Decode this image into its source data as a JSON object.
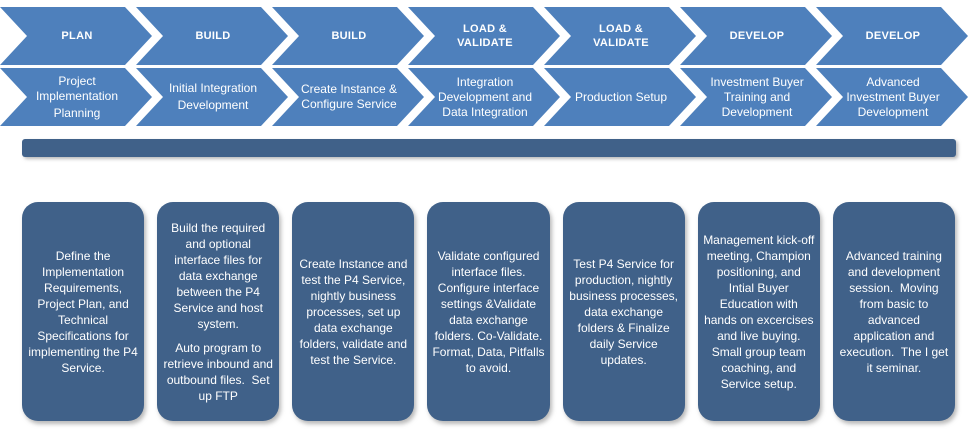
{
  "palette": {
    "chevron_blue": "#4e80bc",
    "dark_blue": "#406189",
    "text_color": "#ffffff",
    "background": "#ffffff"
  },
  "phases": [
    {
      "label": "PLAN",
      "sub": [
        "Project Implementation",
        "Planning"
      ],
      "detail": [
        "Define the Implementation Requirements, Project Plan, and Technical Specifications for implementing the P4 Service."
      ]
    },
    {
      "label": "BUILD",
      "sub": [
        "Initial Integration",
        "Development"
      ],
      "detail": [
        "Build the required and optional interface files for data exchange between the P4 Service and host system.",
        "Auto program to retrieve inbound and outbound files.  Set up FTP"
      ]
    },
    {
      "label": "BUILD",
      "sub": [
        "Create Instance & Configure Service"
      ],
      "detail": [
        "Create Instance and test the P4 Service, nightly business processes, set up data exchange folders, validate and test the Service."
      ]
    },
    {
      "label": "LOAD & VALIDATE",
      "sub": [
        "Integration Development and Data Integration"
      ],
      "detail": [
        "Validate configured interface files. Configure interface settings &Validate data exchange folders. Co-Validate. Format, Data, Pitfalls to avoid."
      ]
    },
    {
      "label": "LOAD & VALIDATE",
      "sub": [
        "Production Setup"
      ],
      "detail": [
        "Test P4 Service for production, nightly business processes, data exchange folders & Finalize daily Service updates."
      ]
    },
    {
      "label": "DEVELOP",
      "sub": [
        "Investment Buyer Training and Development"
      ],
      "detail": [
        "Management kick-off meeting, Champion positioning, and Intial Buyer Education with hands on excercises and live buying. Small group team coaching, and Service setup."
      ]
    },
    {
      "label": "DEVELOP",
      "sub": [
        "Advanced Investment Buyer Development"
      ],
      "detail": [
        "Advanced training and development session.  Moving from basic to advanced application and execution.  The I get it seminar."
      ]
    }
  ]
}
